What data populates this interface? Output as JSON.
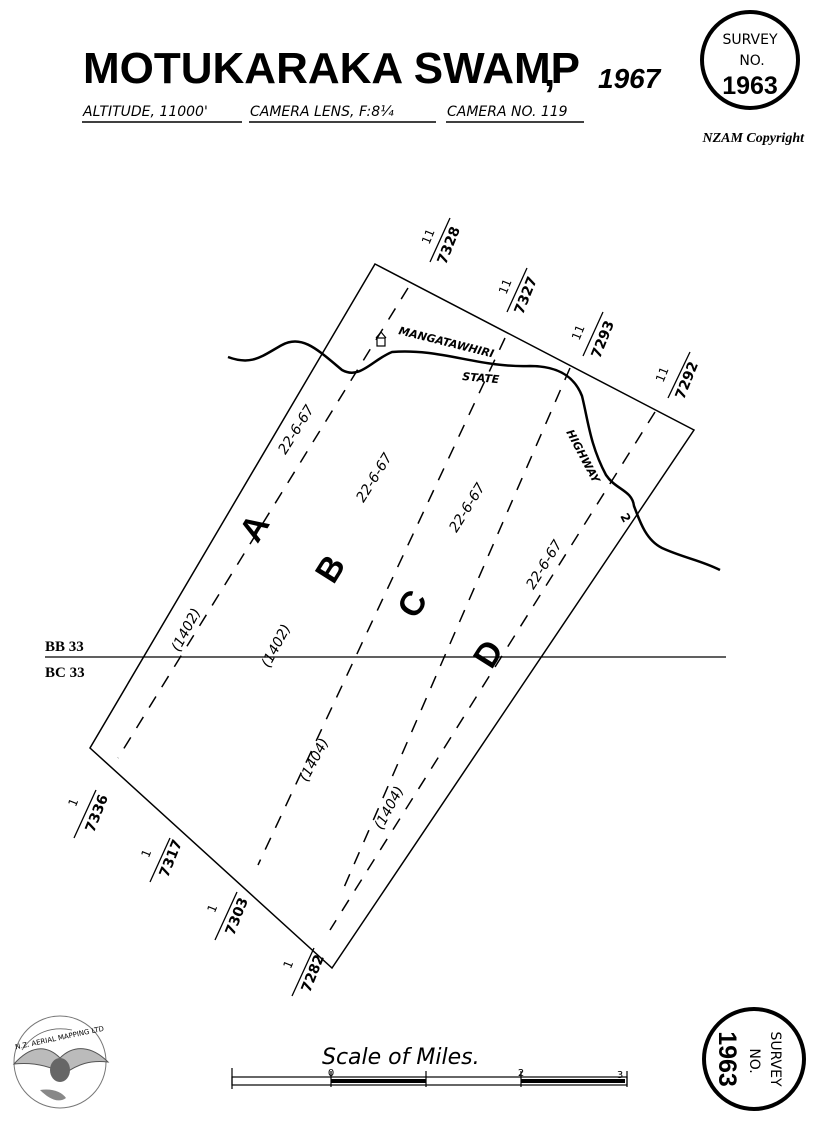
{
  "header": {
    "title": "MOTUKARAKA SWAMP",
    "comma": ",",
    "year": "1967",
    "altitude": "ALTITUDE, 11000'",
    "camera_lens": "CAMERA LENS, F:8¼",
    "camera_no": "CAMERA NO. 119",
    "copyright": "NZAM Copyright"
  },
  "badge_top": {
    "line1": "SURVEY",
    "line2": "NO.",
    "line3": "1963"
  },
  "badge_bottom": {
    "line1": "SURVEY",
    "line2": "NO.",
    "line3": "1963"
  },
  "map": {
    "runs": [
      {
        "label": "A",
        "date": "22-6-67",
        "film": "(1402)"
      },
      {
        "label": "B",
        "date": "22-6-67",
        "film": "(1402)"
      },
      {
        "label": "C",
        "date": "22-6-67",
        "film": "(1404)"
      },
      {
        "label": "D",
        "date": "22-6-67",
        "film": "(1404)"
      }
    ],
    "top_photos": [
      {
        "top": "11",
        "bottom": "7328"
      },
      {
        "top": "11",
        "bottom": "7327"
      },
      {
        "top": "11",
        "bottom": "7293"
      },
      {
        "top": "11",
        "bottom": "7292"
      }
    ],
    "bottom_photos": [
      {
        "top": "1",
        "bottom": "7336"
      },
      {
        "top": "1",
        "bottom": "7317"
      },
      {
        "top": "1",
        "bottom": "7303"
      },
      {
        "top": "1",
        "bottom": "7282"
      }
    ],
    "grid_top": "BB 33",
    "grid_bottom": "BC 33",
    "place": "MANGATAWHIRI",
    "road_word1": "STATE",
    "road_word2": "HIGHWAY",
    "road_number": "2"
  },
  "scale": {
    "title": "Scale of Miles.",
    "ticks": [
      "0",
      "2",
      "3"
    ]
  },
  "logo": {
    "text": "N.Z. AERIAL MAPPING LTD"
  }
}
